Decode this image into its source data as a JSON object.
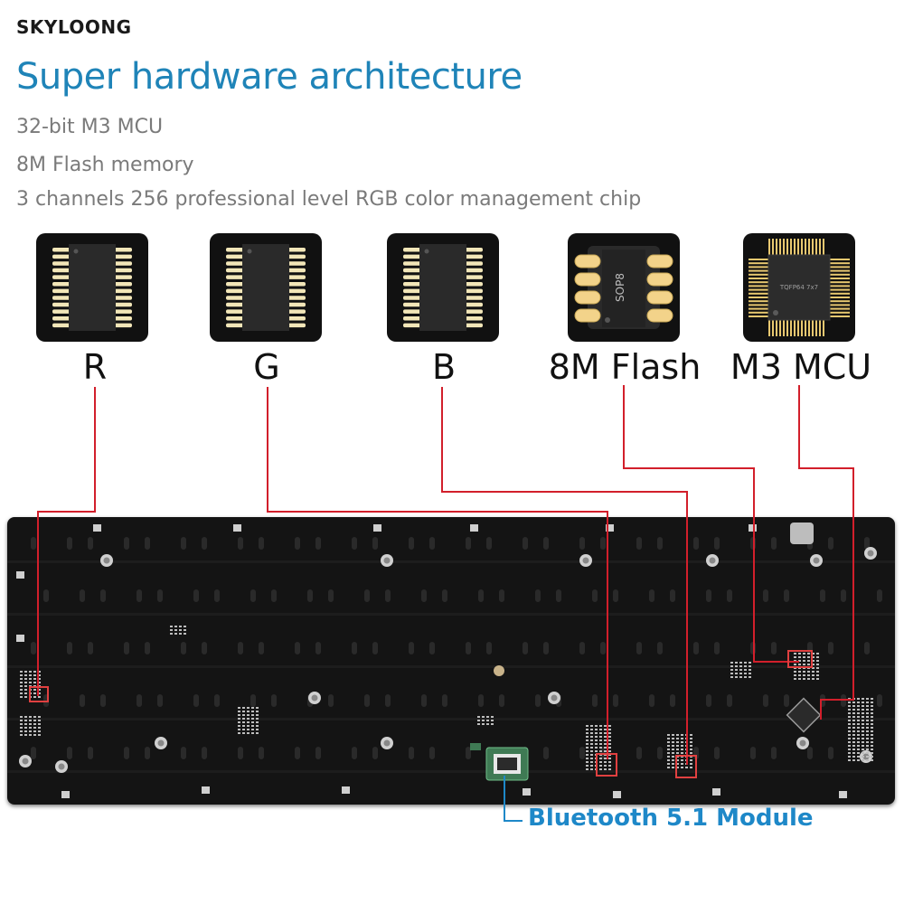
{
  "brand": {
    "logo_text": "SKYLOONG"
  },
  "heading": "Super hardware architecture",
  "specs": [
    "32-bit M3 MCU",
    "8M Flash memory",
    "3 channels 256 professional level RGB color management chip"
  ],
  "chips": [
    {
      "label": "R"
    },
    {
      "label": "G"
    },
    {
      "label": "B"
    },
    {
      "label": "8M Flash",
      "marking": "SOP8"
    },
    {
      "label": "M3 MCU",
      "marking": "TQFP64 7x7"
    }
  ],
  "module": {
    "label": "Bluetooth 5.1 Module"
  },
  "colors": {
    "accent": "#1f84b8",
    "callout_line": "#d21f2b",
    "module_line": "#1e88c8",
    "pcb": "#141414"
  }
}
